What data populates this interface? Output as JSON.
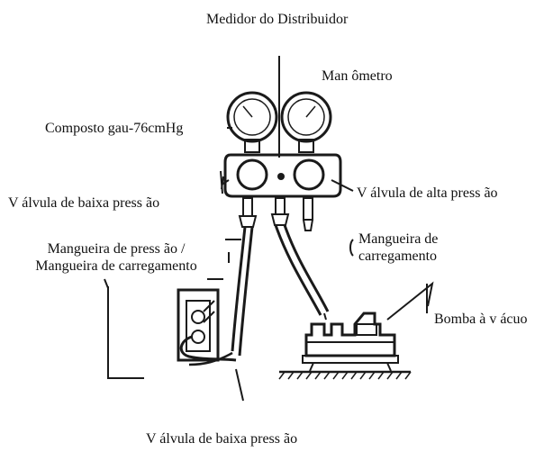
{
  "title": "Medidor do Distribuidor",
  "labels": {
    "manometer": "Man ômetro",
    "compound_gauge": "Composto gau-76cmHg",
    "low_valve_top": "V álvula de baixa press ão",
    "high_valve": "V álvula de alta press ão",
    "pressure_hose_line1": "Mangueira de press ão /",
    "pressure_hose_line2": "Mangueira de carregamento",
    "charging_hose_line1": "Mangueira de",
    "charging_hose_line2": "carregamento",
    "vacuum_pump": "Bomba à v ácuo",
    "low_valve_bottom": "V álvula de baixa press ão"
  },
  "colors": {
    "ink": "#1a1a1a",
    "background": "#ffffff"
  }
}
